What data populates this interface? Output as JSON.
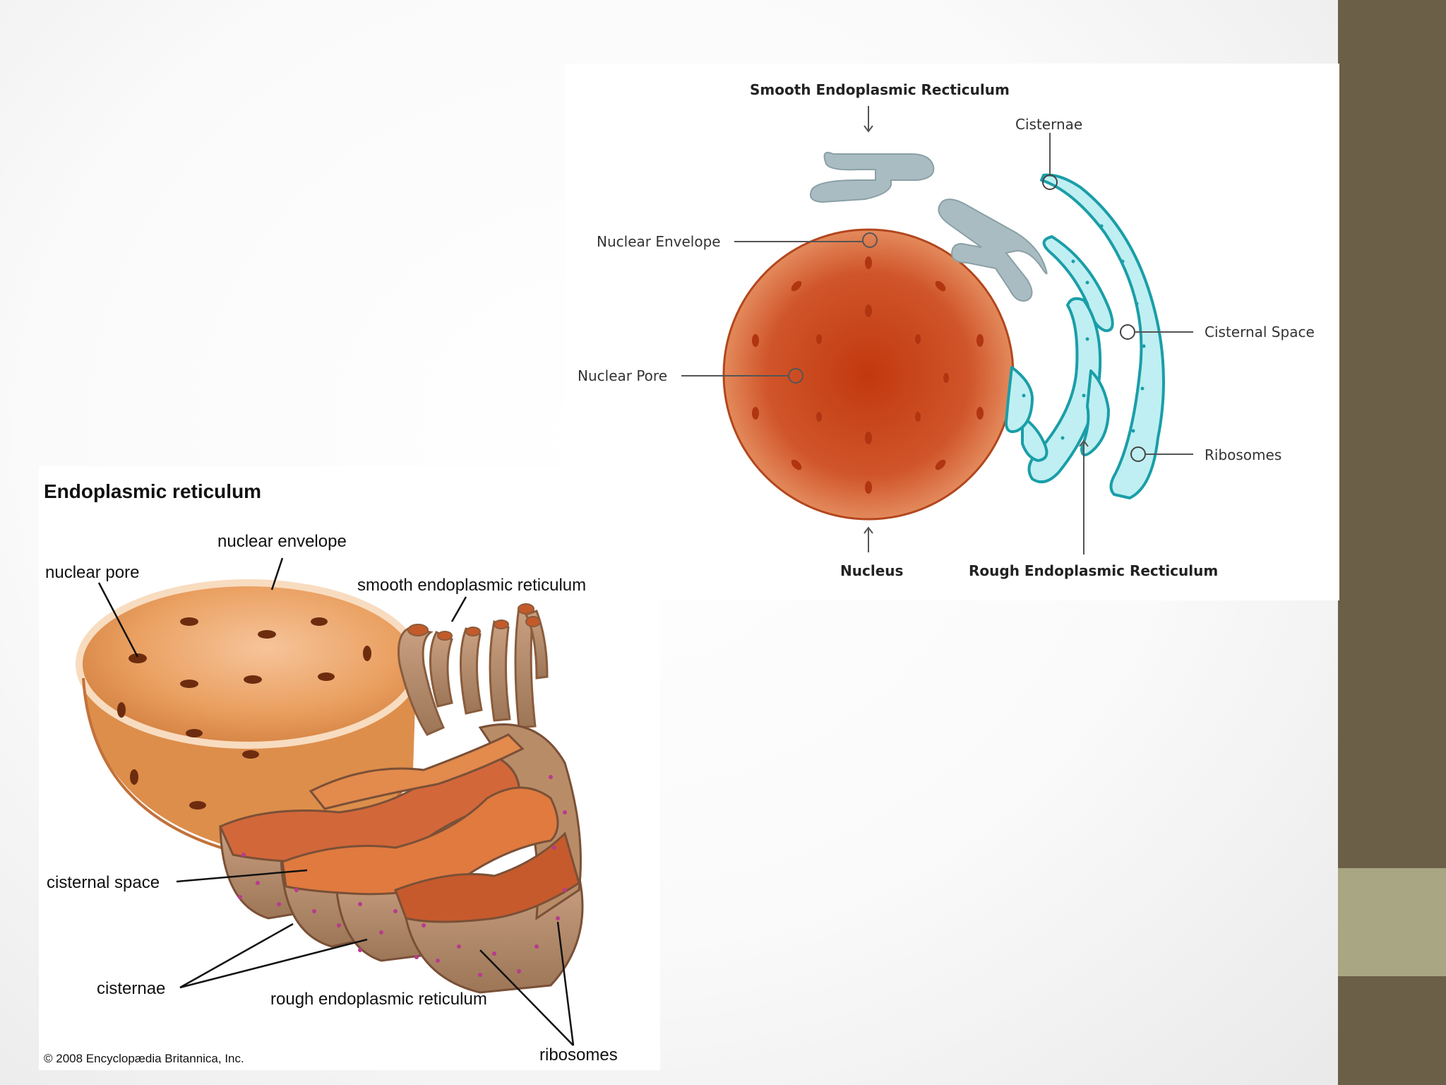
{
  "colors": {
    "side_bar": "#6b5f48",
    "side_accent": "#a8a683",
    "nucleus": "#c44a1c",
    "smooth_er": "#a9bcc2",
    "rough_er": "#bfeff2",
    "rough_er_outline": "#1a9ea8",
    "envelope_orange": "#eaa061",
    "er_brown": "#b58b6a"
  },
  "top_diagram": {
    "labels": {
      "smooth_er": "Smooth Endoplasmic Recticulum",
      "cisternae": "Cisternae",
      "nuclear_envelope": "Nuclear Envelope",
      "cisternal_space": "Cisternal Space",
      "nuclear_pore": "Nuclear Pore",
      "ribosomes": "Ribosomes",
      "nucleus": "Nucleus",
      "rough_er": "Rough Endoplasmic Recticulum"
    }
  },
  "bottom_diagram": {
    "title": "Endoplasmic reticulum",
    "labels": {
      "nuclear_envelope": "nuclear envelope",
      "nuclear_pore": "nuclear pore",
      "smooth_er": "smooth endoplasmic reticulum",
      "cisternal_space": "cisternal space",
      "cisternae": "cisternae",
      "rough_er": "rough endoplasmic reticulum",
      "ribosomes": "ribosomes"
    },
    "copyright": "© 2008 Encyclopædia Britannica, Inc."
  }
}
